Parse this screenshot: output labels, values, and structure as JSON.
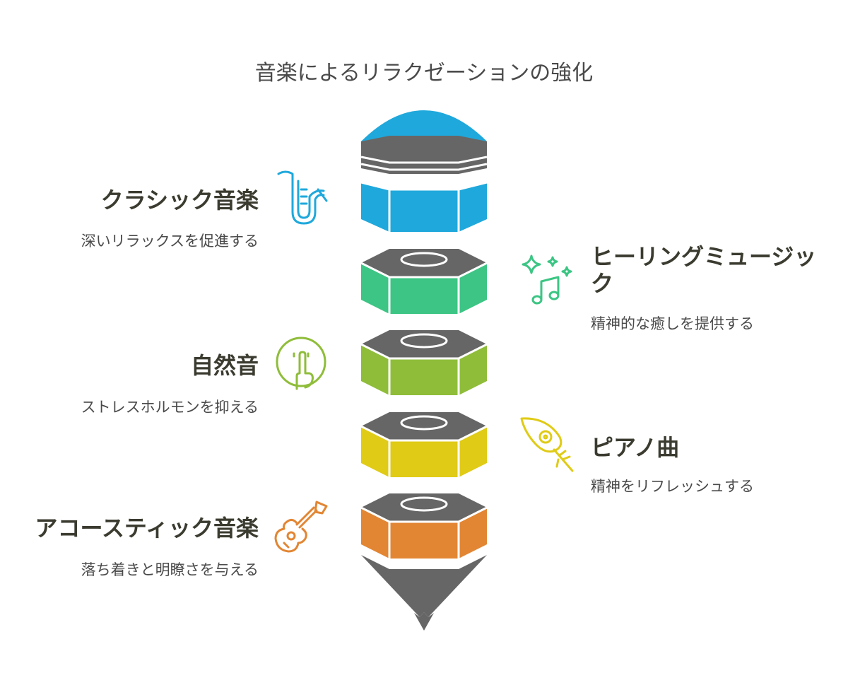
{
  "title": "音楽によるリラクゼーションの強化",
  "colors": {
    "layer_blue": "#1fa8db",
    "layer_green": "#3cc584",
    "layer_lime": "#8fbd3a",
    "layer_yellow": "#e0cb17",
    "layer_orange": "#e28634",
    "cap_gray": "#666666",
    "text_dark": "#3b3b30",
    "text_gray": "#4a4a4a"
  },
  "items": [
    {
      "label": "クラシック音楽",
      "description": "深いリラックスを促進する",
      "icon": "saxophone-icon",
      "color": "#1fa8db",
      "side": "left"
    },
    {
      "label_line1": "ヒーリングミュージッ",
      "label_line2": "ク",
      "description": "精神的な癒しを提供する",
      "icon": "sparkle-music-note-icon",
      "color": "#3cc584",
      "side": "right"
    },
    {
      "label": "自然音",
      "description": "ストレスホルモンを抑える",
      "icon": "shush-face-icon",
      "color": "#8fbd3a",
      "side": "left"
    },
    {
      "label": "ピアノ曲",
      "description": "精神をリフレッシュする",
      "icon": "feather-icon",
      "color": "#e0cb17",
      "side": "right"
    },
    {
      "label": "アコースティック音楽",
      "description": "落ち着きと明瞭さを与える",
      "icon": "guitar-icon",
      "color": "#e28634",
      "side": "left"
    }
  ]
}
